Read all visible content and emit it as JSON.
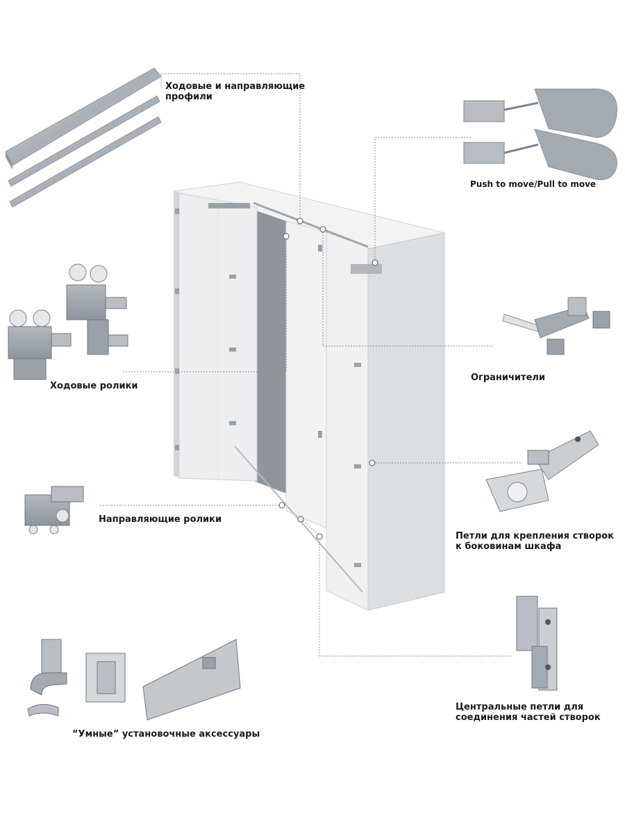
{
  "labels": {
    "profiles_line1": "Ходовые и направляющие",
    "profiles_line2": "профили",
    "push_pull": "Push to move/Pull to move",
    "running_rollers": "Ходовые ролики",
    "limiters": "Ограничители",
    "guide_rollers": "Направляющие ролики",
    "hinges_line1": "Петли для крепления створок",
    "hinges_line2": "к боковинам шкафа",
    "central_hinges_line1": "Центральные петли для",
    "central_hinges_line2": "соединения частей створок",
    "smart_accessories": "“Умные” установочные аксессуары"
  },
  "colors": {
    "metal": "#b8bec4",
    "metal_dark": "#7d858d",
    "gray_part": "#9aa1a8",
    "cabinet": "#e9eaeb",
    "cabinet_shade": "#d2d4d6",
    "leader": "#8a8a8a"
  }
}
